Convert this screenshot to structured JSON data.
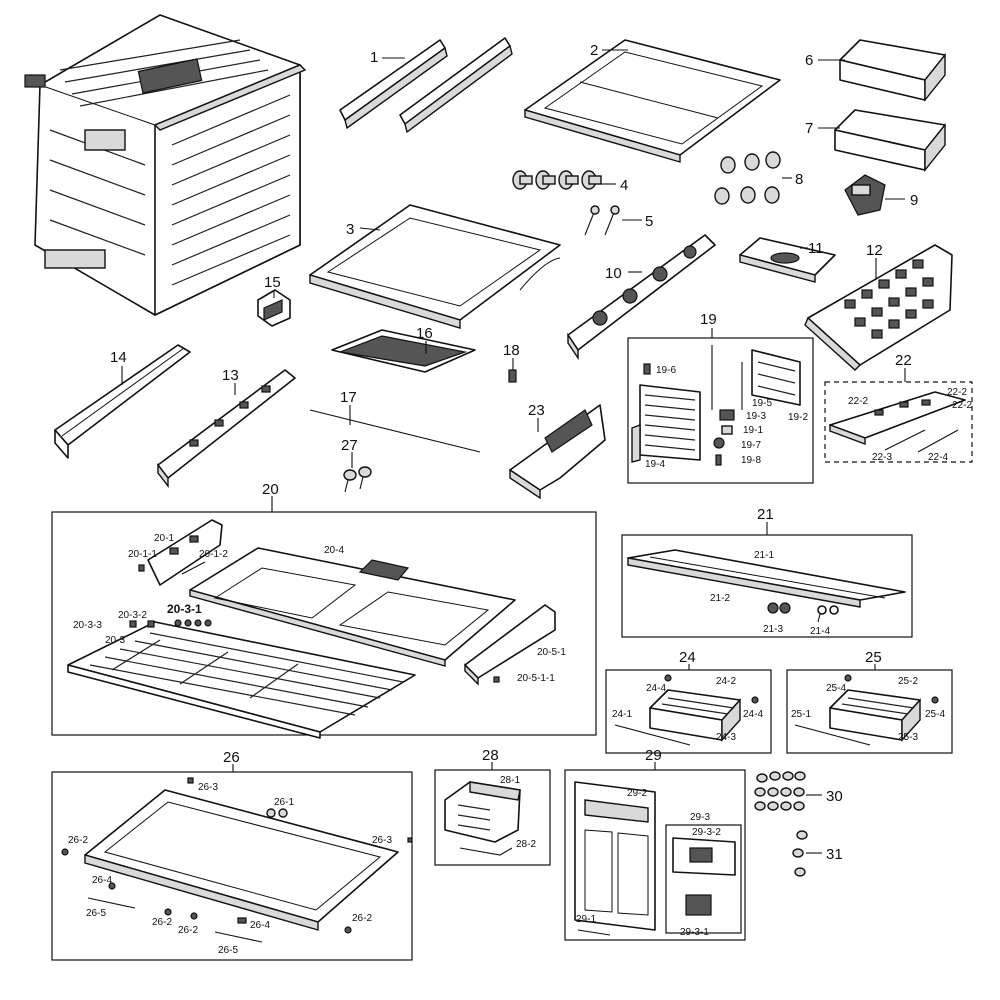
{
  "labels": {
    "p1": "1",
    "p2": "2",
    "p3": "3",
    "p4": "4",
    "p5": "5",
    "p6": "6",
    "p7": "7",
    "p8": "8",
    "p9": "9",
    "p10": "10",
    "p11": "11",
    "p12": "12",
    "p13": "13",
    "p14": "14",
    "p15": "15",
    "p16": "16",
    "p17": "17",
    "p18": "18",
    "p19": "19",
    "p20": "20",
    "p21": "21",
    "p22": "22",
    "p23": "23",
    "p24": "24",
    "p25": "25",
    "p26": "26",
    "p27": "27",
    "p28": "28",
    "p29": "29",
    "p30": "30",
    "p31": "31",
    "p19_1": "19-1",
    "p19_2": "19-2",
    "p19_3": "19-3",
    "p19_4": "19-4",
    "p19_5": "19-5",
    "p19_6": "19-6",
    "p19_7": "19-7",
    "p19_8": "19-8",
    "p20_1": "20-1",
    "p20_1_1": "20-1-1",
    "p20_1_2": "20-1-2",
    "p20_3": "20-3",
    "p20_3_1": "20-3-1",
    "p20_3_2": "20-3-2",
    "p20_3_3": "20-3-3",
    "p20_4": "20-4",
    "p20_5_1": "20-5-1",
    "p20_5_1_1": "20-5-1-1",
    "p21_1": "21-1",
    "p21_2": "21-2",
    "p21_3": "21-3",
    "p21_4": "21-4",
    "p22_2a": "22-2",
    "p22_2b": "22-2",
    "p22_2c": "22-2",
    "p22_3": "22-3",
    "p22_4": "22-4",
    "p24_1": "24-1",
    "p24_2": "24-2",
    "p24_3": "24-3",
    "p24_4a": "24-4",
    "p24_4b": "24-4",
    "p25_1": "25-1",
    "p25_2": "25-2",
    "p25_3": "25-3",
    "p25_4a": "25-4",
    "p25_4b": "25-4",
    "p26_1": "26-1",
    "p26_2a": "26-2",
    "p26_2b": "26-2",
    "p26_2c": "26-2",
    "p26_2d": "26-2",
    "p26_3a": "26-3",
    "p26_3b": "26-3",
    "p26_4a": "26-4",
    "p26_4b": "26-4",
    "p26_5a": "26-5",
    "p26_5b": "26-5",
    "p28_1": "28-1",
    "p28_2": "28-2",
    "p29_1": "29-1",
    "p29_2": "29-2",
    "p29_3": "29-3",
    "p29_3_1": "29-3-1",
    "p29_3_2": "29-3-2"
  }
}
